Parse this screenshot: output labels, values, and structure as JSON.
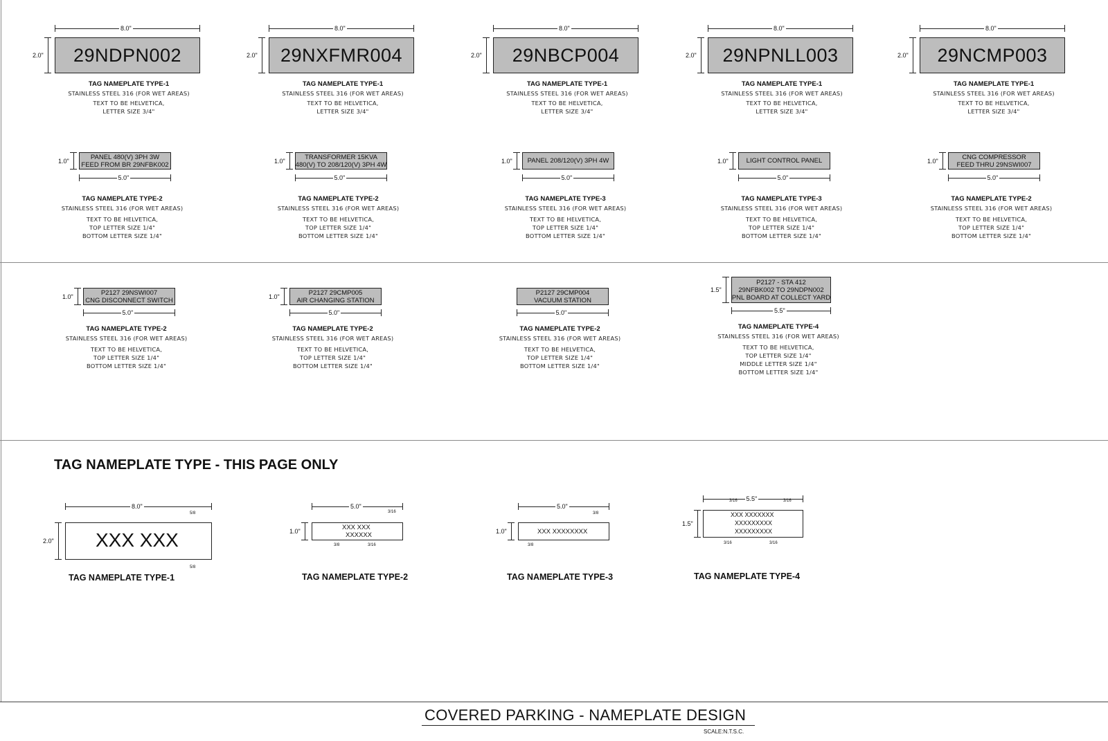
{
  "row1": [
    {
      "text": "29NDPN002",
      "width": "8.0\"",
      "height": "2.0\"",
      "type": "TAG NAMEPLATE TYPE-1",
      "notes": [
        "STAINLESS STEEL 316 (FOR WET AREAS)",
        "TEXT TO BE HELVETICA,",
        "LETTER SIZE 3/4\""
      ]
    },
    {
      "text": "29NXFMR004",
      "width": "8.0\"",
      "height": "2.0\"",
      "type": "TAG NAMEPLATE TYPE-1",
      "notes": [
        "STAINLESS STEEL 316 (FOR WET AREAS)",
        "TEXT TO BE HELVETICA,",
        "LETTER SIZE 3/4\""
      ]
    },
    {
      "text": "29NBCP004",
      "width": "8.0\"",
      "height": "2.0\"",
      "type": "TAG NAMEPLATE TYPE-1",
      "notes": [
        "STAINLESS STEEL 316 (FOR WET AREAS)",
        "TEXT TO BE HELVETICA,",
        "LETTER SIZE 3/4\""
      ]
    },
    {
      "text": "29NPNLL003",
      "width": "8.0\"",
      "height": "2.0\"",
      "type": "TAG NAMEPLATE TYPE-1",
      "notes": [
        "STAINLESS STEEL 316 (FOR WET AREAS)",
        "TEXT TO BE HELVETICA,",
        "LETTER SIZE 3/4\""
      ]
    },
    {
      "text": "29NCMP003",
      "width": "8.0\"",
      "height": "2.0\"",
      "type": "TAG NAMEPLATE TYPE-1",
      "notes": [
        "STAINLESS STEEL 316 (FOR WET AREAS)",
        "TEXT TO BE HELVETICA,",
        "LETTER SIZE 3/4\""
      ]
    }
  ],
  "row2": [
    {
      "lines": [
        "PANEL 480(V) 3PH 3W",
        "FEED FROM BR 29NFBK002"
      ],
      "width": "5.0\"",
      "height": "1.0\"",
      "type": "TAG NAMEPLATE TYPE-2",
      "notes": [
        "STAINLESS STEEL 316 (FOR WET AREAS)",
        "TEXT TO BE HELVETICA,",
        "TOP LETTER SIZE 1/4\"",
        "BOTTOM LETTER SIZE 1/4\""
      ]
    },
    {
      "lines": [
        "TRANSFORMER 15KVA",
        "480(V) TO 208/120(V) 3PH 4W"
      ],
      "width": "5.0\"",
      "height": "1.0\"",
      "type": "TAG NAMEPLATE TYPE-2",
      "notes": [
        "STAINLESS STEEL 316 (FOR WET AREAS)",
        "TEXT TO BE HELVETICA,",
        "TOP LETTER SIZE 1/4\"",
        "BOTTOM LETTER SIZE 1/4\""
      ]
    },
    {
      "lines": [
        "PANEL 208/120(V) 3PH 4W"
      ],
      "width": "5.0\"",
      "height": "1.0\"",
      "type": "TAG NAMEPLATE TYPE-3",
      "notes": [
        "STAINLESS STEEL 316 (FOR WET AREAS)",
        "TEXT TO BE HELVETICA,",
        "TOP LETTER SIZE 1/4\"",
        "BOTTOM LETTER SIZE 1/4\""
      ]
    },
    {
      "lines": [
        "LIGHT CONTROL PANEL"
      ],
      "width": "5.0\"",
      "height": "1.0\"",
      "type": "TAG NAMEPLATE TYPE-3",
      "notes": [
        "STAINLESS STEEL 316 (FOR WET AREAS)",
        "TEXT TO BE HELVETICA,",
        "TOP LETTER SIZE 1/4\"",
        "BOTTOM LETTER SIZE 1/4\""
      ]
    },
    {
      "lines": [
        "CNG COMPRESSOR",
        "FEED THRU 29NSWI007"
      ],
      "width": "5.0\"",
      "height": "1.0\"",
      "type": "TAG NAMEPLATE TYPE-2",
      "notes": [
        "STAINLESS STEEL 316 (FOR WET AREAS)",
        "TEXT TO BE HELVETICA,",
        "TOP LETTER SIZE 1/4\"",
        "BOTTOM LETTER SIZE 1/4\""
      ]
    }
  ],
  "row3": [
    {
      "lines": [
        "P2127  29NSWI007",
        "CNG DISCONNECT SWITCH"
      ],
      "width": "5.0\"",
      "height": "1.0\"",
      "type": "TAG NAMEPLATE TYPE-2",
      "notes": [
        "STAINLESS STEEL 316 (FOR WET AREAS)",
        "TEXT TO BE HELVETICA,",
        "TOP LETTER SIZE 1/4\"",
        "BOTTOM LETTER SIZE 1/4\""
      ]
    },
    {
      "lines": [
        "P2127  29CMP005",
        "AIR CHANGING STATION"
      ],
      "width": "5.0\"",
      "height": "1.0\"",
      "type": "TAG NAMEPLATE TYPE-2",
      "notes": [
        "STAINLESS STEEL 316 (FOR WET AREAS)",
        "TEXT TO BE HELVETICA,",
        "TOP LETTER SIZE 1/4\"",
        "BOTTOM LETTER SIZE 1/4\""
      ]
    },
    {
      "lines": [
        "P2127  29CMP004",
        "VACUUM STATION"
      ],
      "width": "5.0\"",
      "height": "",
      "type": "TAG NAMEPLATE TYPE-2",
      "notes": [
        "STAINLESS STEEL 316 (FOR WET AREAS)",
        "TEXT TO BE HELVETICA,",
        "TOP LETTER SIZE 1/4\"",
        "BOTTOM LETTER SIZE 1/4\""
      ]
    },
    {
      "lines": [
        "P2127 - STA 412",
        "29NFBK002 TO 29NDPN002",
        "PNL BOARD AT COLLECT YARD"
      ],
      "width": "5.5\"",
      "height": "1.5\"",
      "type": "TAG NAMEPLATE TYPE-4",
      "notes": [
        "STAINLESS STEEL 316 (FOR WET AREAS)",
        "TEXT TO BE HELVETICA,",
        "TOP LETTER SIZE 1/4\"",
        "MIDDLE LETTER SIZE 1/4\"",
        "BOTTOM LETTER SIZE 1/4\""
      ]
    }
  ],
  "legend": {
    "title": "TAG NAMEPLATE TYPE - THIS PAGE ONLY",
    "types": [
      {
        "name": "TAG NAMEPLATE TYPE-1",
        "width": "8.0\"",
        "height": "2.0\"",
        "lines": [
          "XXX  XXX"
        ],
        "margin": "5/8"
      },
      {
        "name": "TAG NAMEPLATE TYPE-2",
        "width": "5.0\"",
        "height": "1.0\"",
        "lines": [
          "XXX  XXX",
          "XXXXXX"
        ],
        "margin": "3/16",
        "margin2": "3/8"
      },
      {
        "name": "TAG NAMEPLATE TYPE-3",
        "width": "5.0\"",
        "height": "1.0\"",
        "lines": [
          "XXX  XXXXXXXX"
        ],
        "margin": "3/8",
        "margin2": "3/8"
      },
      {
        "name": "TAG NAMEPLATE TYPE-4",
        "width": "5.5\"",
        "height": "1.5\"",
        "lines": [
          "XXX  XXXXXXX",
          "XXXXXXXXX",
          "XXXXXXXXX"
        ],
        "margin": "3/16"
      }
    ]
  },
  "footer": {
    "title": "COVERED PARKING - NAMEPLATE  DESIGN",
    "scale": "SCALE:N.T.S.C."
  },
  "colors": {
    "plate_fill": "#bdbdbd",
    "line": "#222222"
  }
}
